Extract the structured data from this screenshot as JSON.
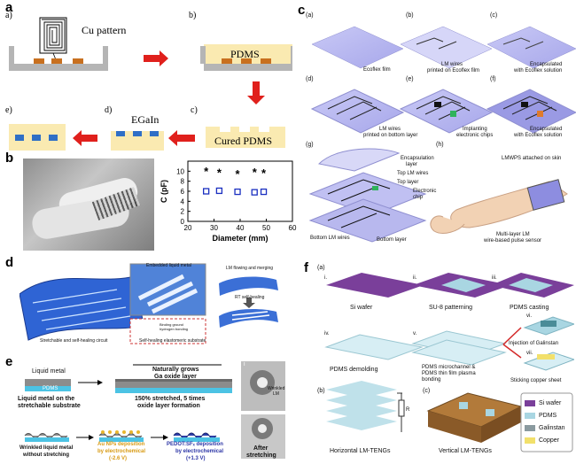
{
  "panels": {
    "a": {
      "letter": "a",
      "steps": [
        "a)",
        "b)",
        "c)",
        "d)",
        "e)"
      ],
      "cu_pattern": "Cu pattern",
      "pdms": "PDMS",
      "cured_pdms": "Cured PDMS",
      "egain": "EGaIn"
    },
    "b": {
      "letter": "b",
      "chart_data": {
        "type": "scatter",
        "xlabel": "Diameter (mm)",
        "ylabel": "C (pF)",
        "xlim": [
          20,
          60
        ],
        "ylim": [
          0,
          12
        ],
        "xticks": [
          "20",
          "30",
          "40",
          "50",
          "60"
        ],
        "yticks": [
          "0",
          "2",
          "4",
          "6",
          "8",
          "10"
        ],
        "series": [
          {
            "marker": "asterisk",
            "x": [
              27,
              32,
              39,
              45.5,
              49
            ],
            "y": [
              10.2,
              10,
              9.7,
              10.1,
              9.9
            ]
          },
          {
            "marker": "square",
            "x": [
              27,
              32,
              39,
              45.5,
              49
            ],
            "y": [
              6,
              6.1,
              5.9,
              5.8,
              5.9
            ]
          }
        ]
      }
    },
    "c": {
      "letter": "c",
      "sub": [
        "(a)",
        "(b)",
        "(c)",
        "(d)",
        "(e)",
        "(f)",
        "(g)",
        "(h)"
      ],
      "captions": {
        "a": "Ecoflex film",
        "b1": "LM wires",
        "b2": "printed on Ecoflex film",
        "c1": "Encapsulated",
        "c2": "with Ecoflex solution",
        "d1": "LM wires",
        "d2": "printed on bottom layer",
        "e1": "Implanting",
        "e2": "electronic chips",
        "f1": "Encapsulated",
        "f2": "with Ecoflex solution"
      },
      "g_labels": {
        "encap1": "Encapsulation",
        "encap2": "layer",
        "toplm": "Top LM wires",
        "toplayer": "Top layer",
        "chip1": "Electronic",
        "chip2": "chip",
        "bottomlm": "Bottom LM wires",
        "bottomlayer": "Bottom layer"
      },
      "h_labels": {
        "skin": "LMWPS attached on skin",
        "sensor1": "Multi-layer LM",
        "sensor2": "wire-based pulse sensor"
      }
    },
    "d": {
      "letter": "d",
      "labels": {
        "embedded": "Embedded liquid metal",
        "flowing": "LM flowing and merging",
        "rt": "RT self-healing",
        "circuit": "Stretchable and self-healing circuit",
        "substrate": "Self-healing elastomeric substrate",
        "hbond": "Binding ground hydrogen bonding"
      }
    },
    "e": {
      "letter": "e",
      "liquid_metal": "Liquid metal",
      "pdms": "PDMS",
      "caption1a": "Liquid metal on the",
      "caption1b": "stretchable substrate",
      "grows1": "Naturally grows",
      "grows2": "Ga oxide layer",
      "stretch1": "150% stretched, 5 times",
      "stretch2": "oxide layer formation",
      "wrinkled1": "Wrinkled liquid metal",
      "wrinkled2": "without stretching",
      "au1": "Au NPs deposition",
      "au2": "by electrochemical",
      "au3": "(-2.6 V)",
      "pedot1": "PEDOT:SFₓ deposition",
      "pedot2": "by electrochemical",
      "pedot3": "(+1.3 V)",
      "photo_i": "i",
      "wrinkled_photo1": "Wrinkled",
      "wrinkled_photo2": "LM",
      "after1": "After",
      "after2": "stretching"
    },
    "f": {
      "letter": "f",
      "a": "(a)",
      "b": "(b)",
      "c": "(c)",
      "steps": {
        "i": "i.",
        "ii": "ii.",
        "iii": "iii.",
        "iv": "iv.",
        "v": "v.",
        "vi": "vi.",
        "vii": "vii."
      },
      "captions": {
        "i": "Si wafer",
        "ii": "SU-8 patterning",
        "iii": "PDMS casting",
        "iv": "PDMS demolding",
        "v1": "PDMS microchannel &",
        "v2": "PDMS thin film plasma",
        "v3": "bonding",
        "vi": "Injection of Galinstan",
        "vii": "Sticking copper sheet",
        "b": "Horizontal LM-TENGs",
        "c": "Vertical LM-TENGs",
        "r": "R"
      },
      "legend": [
        {
          "label": "Si wafer",
          "color": "#7a3f9a"
        },
        {
          "label": "PDMS",
          "color": "#a9d6e2"
        },
        {
          "label": "Galinstan",
          "color": "#8a9a9f"
        },
        {
          "label": "Copper",
          "color": "#f2e06b"
        }
      ]
    }
  },
  "colors": {
    "arrow": "#e0201c",
    "pdms_yellow": "#faeab1",
    "cu_orange": "#c8701f",
    "ecoflex": "#b8b8f0",
    "gray_base": "#b5b5b5"
  }
}
